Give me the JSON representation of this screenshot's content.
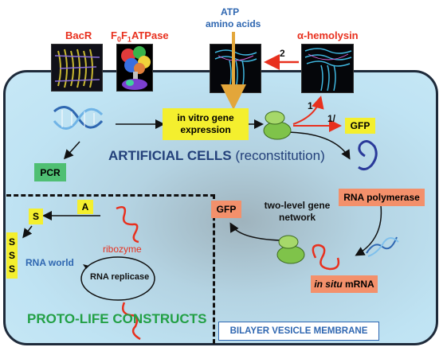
{
  "proteins": {
    "bacr": "BacR",
    "f0f1": {
      "base": "F",
      "sub0": "0",
      "mid": "F",
      "sub1": "1",
      "tail": "ATPase"
    },
    "hemolysin": "α-hemolysin",
    "atp": "ATP",
    "amino_acids": "amino acids",
    "step_2": "2"
  },
  "gene_expression": {
    "in_vitro": "in vitro gene expression",
    "step_1": "1",
    "step_1_prime": "1/",
    "gfp_top": "GFP",
    "pcr": "PCR"
  },
  "artificial_cells": {
    "title": "ARTIFICIAL CELLS",
    "subtitle": "(reconstitution)"
  },
  "network": {
    "rna_polymerase": "RNA polymerase",
    "gfp": "GFP",
    "two_level": "two-level gene",
    "network_word": "network",
    "in_situ": "in situ",
    "mrna": "mRNA"
  },
  "rna_world": {
    "s_top": "S",
    "a_label": "A",
    "s_stack": [
      "S",
      "S",
      "S"
    ],
    "label": "RNA world",
    "ribozyme": "ribozyme",
    "replicase": "RNA replicase"
  },
  "proto_life": "PROTO-LIFE CONSTRUCTS",
  "membrane": "BILAYER VESICLE MEMBRANE",
  "colors": {
    "cell_fill": "#bfe3f3",
    "yellow": "#f4ef2e",
    "green_box": "#4fbf73",
    "salmon": "#f3906b",
    "red_arrow": "#e8301e",
    "red_text": "#e8301e",
    "blue_text": "#2f67b1",
    "navy_title": "#23407a",
    "proto_green": "#22a045",
    "orange_arrow": "#e3a63a"
  }
}
